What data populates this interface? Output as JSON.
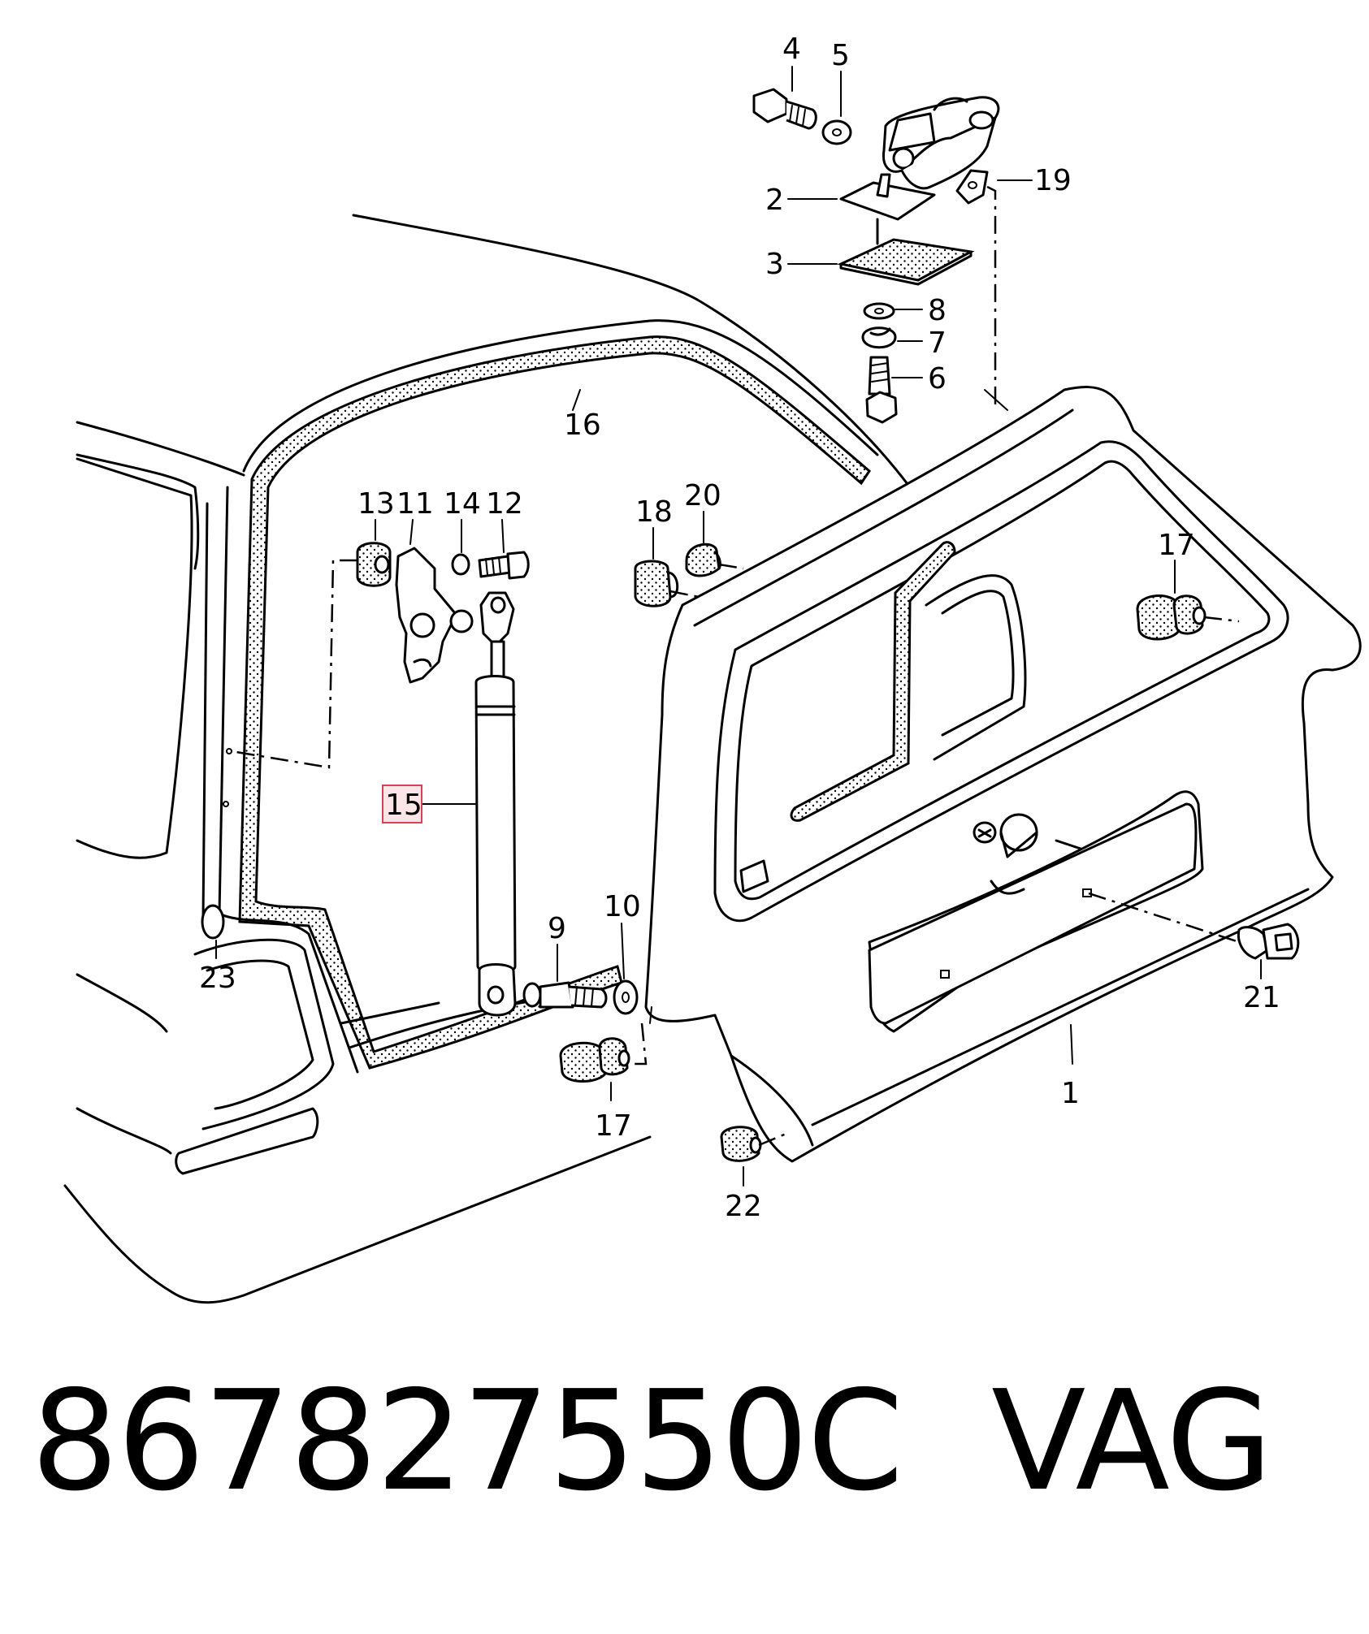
{
  "callouts": [
    {
      "id": "1",
      "label": "1"
    },
    {
      "id": "2",
      "label": "2"
    },
    {
      "id": "3",
      "label": "3"
    },
    {
      "id": "4",
      "label": "4"
    },
    {
      "id": "5",
      "label": "5"
    },
    {
      "id": "6",
      "label": "6"
    },
    {
      "id": "7",
      "label": "7"
    },
    {
      "id": "8",
      "label": "8"
    },
    {
      "id": "9",
      "label": "9"
    },
    {
      "id": "10",
      "label": "10"
    },
    {
      "id": "11",
      "label": "11"
    },
    {
      "id": "12",
      "label": "12"
    },
    {
      "id": "13",
      "label": "13"
    },
    {
      "id": "14",
      "label": "14"
    },
    {
      "id": "15",
      "label": "15",
      "highlighted": true
    },
    {
      "id": "16",
      "label": "16"
    },
    {
      "id": "17a",
      "label": "17"
    },
    {
      "id": "17b",
      "label": "17"
    },
    {
      "id": "18",
      "label": "18"
    },
    {
      "id": "19",
      "label": "19"
    },
    {
      "id": "20",
      "label": "20"
    },
    {
      "id": "21",
      "label": "21"
    },
    {
      "id": "22",
      "label": "22"
    },
    {
      "id": "23",
      "label": "23"
    }
  ],
  "highlight_color": "#d9434f",
  "footer": {
    "part_number": "867827550C",
    "brand": "VAG"
  }
}
